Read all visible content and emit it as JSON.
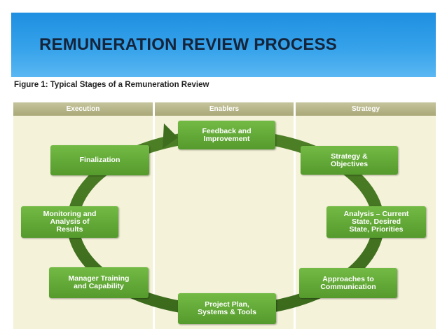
{
  "slide": {
    "title": "REMUNERATION REVIEW PROCESS",
    "banner_color": "#2f9be6"
  },
  "figure": {
    "caption": "Figure 1: Typical Stages of a Remuneration Review",
    "columns": [
      "Execution",
      "Enablers",
      "Strategy"
    ],
    "stages": [
      "Feedback and\nImprovement",
      "Strategy &\nObjectives",
      "Analysis – Current\nState, Desired\nState, Priorities",
      "Approaches to\nCommunication",
      "Project Plan,\nSystems & Tools",
      "Manager Training\nand Capability",
      "Monitoring and\nAnalysis of\nResults",
      "Finalization"
    ],
    "colors": {
      "stage_green": "#62a836",
      "cycle_green": "#3f6f1f",
      "column_bg": "#f4f2d8",
      "column_header": "#b5b487"
    }
  }
}
